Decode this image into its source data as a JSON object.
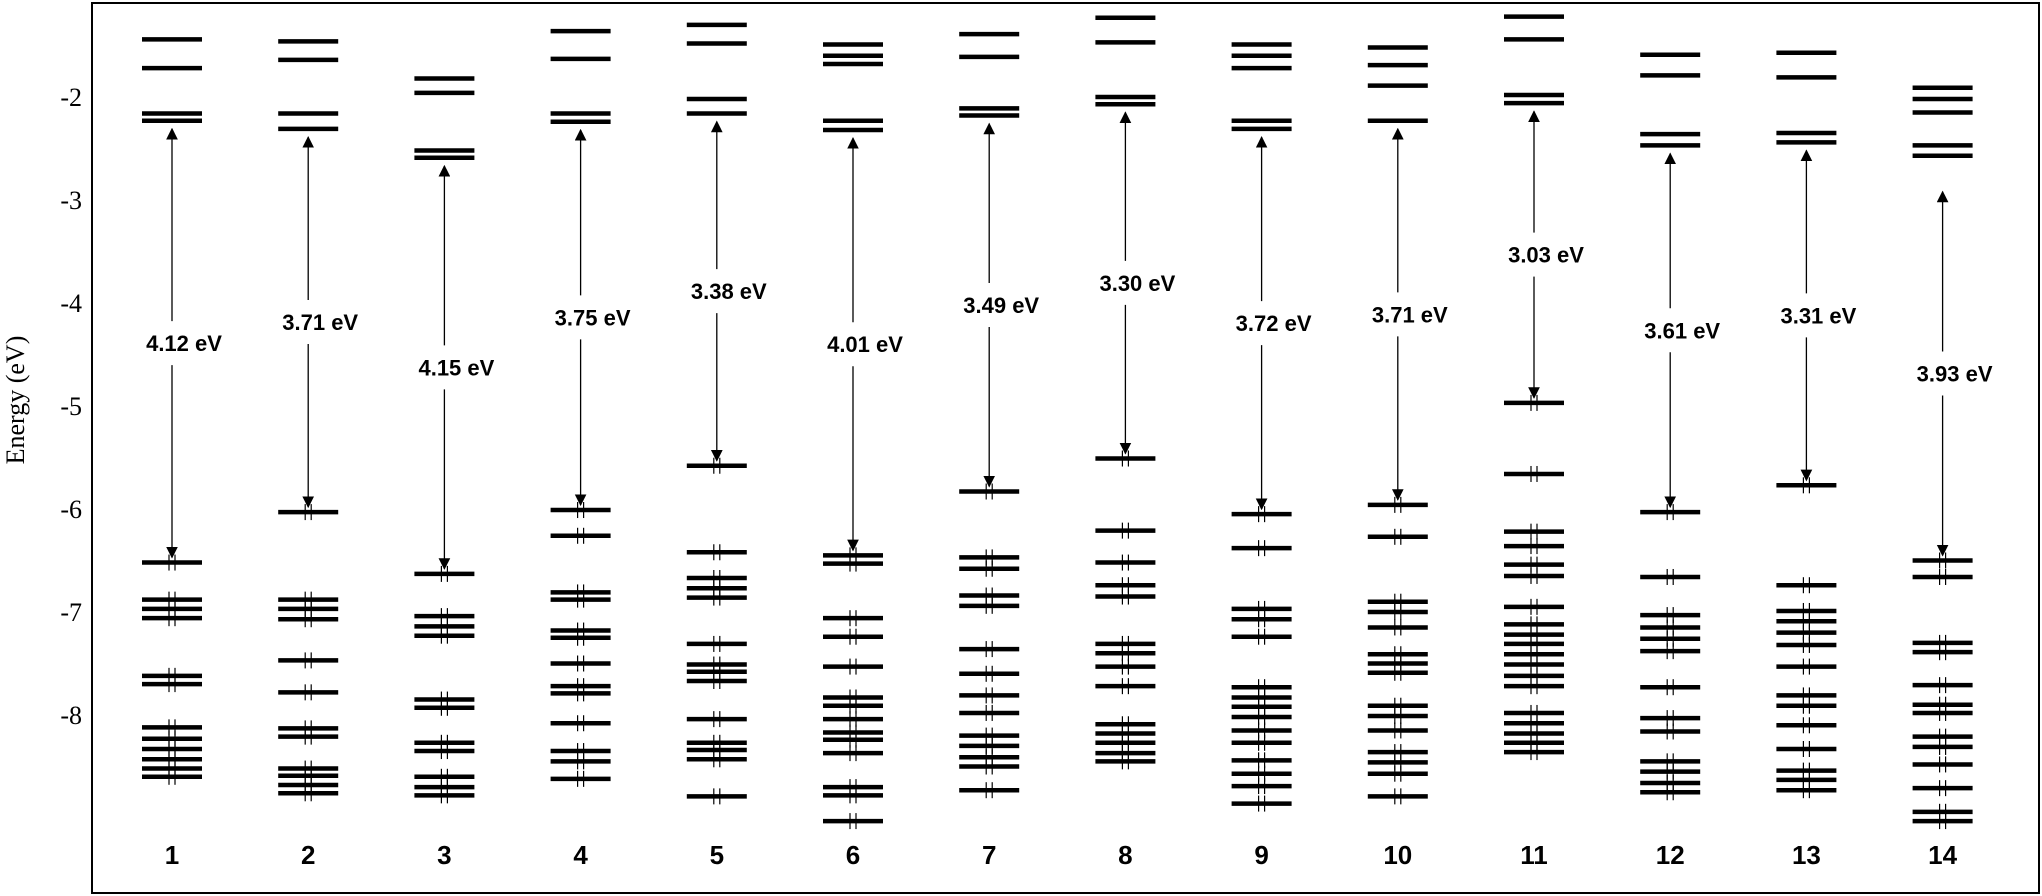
{
  "chart_data": {
    "type": "energy-level-diagram",
    "ylabel": "Energy (eV)",
    "yticks": [
      -2,
      -3,
      -4,
      -5,
      -6,
      -7,
      -8
    ],
    "ylim": [
      -9.8,
      -1.1
    ],
    "grid": false,
    "columns": [
      {
        "label": "1",
        "gap_label": "4.12 eV",
        "unoccupied": [
          -1.44,
          -1.72,
          -2.16,
          -2.23
        ],
        "occupied": [
          -6.52,
          -6.88,
          -6.97,
          -7.06,
          -7.62,
          -7.7,
          -8.12,
          -8.23,
          -8.33,
          -8.43,
          -8.52,
          -8.6
        ],
        "arrow": [
          -6.47,
          -2.31
        ]
      },
      {
        "label": "2",
        "gap_label": "3.71 eV",
        "unoccupied": [
          -1.46,
          -1.64,
          -2.16,
          -2.31
        ],
        "occupied": [
          -6.03,
          -6.88,
          -6.97,
          -7.07,
          -7.47,
          -7.78,
          -8.13,
          -8.21,
          -8.52,
          -8.59,
          -8.68,
          -8.76
        ],
        "arrow": [
          -5.98,
          -2.39
        ]
      },
      {
        "label": "3",
        "gap_label": "4.15 eV",
        "unoccupied": [
          -1.82,
          -1.96,
          -2.52,
          -2.59
        ],
        "occupied": [
          -6.63,
          -7.04,
          -7.14,
          -7.23,
          -7.85,
          -7.93,
          -8.27,
          -8.35,
          -8.6,
          -8.7,
          -8.78
        ],
        "arrow": [
          -6.58,
          -2.67
        ]
      },
      {
        "label": "4",
        "gap_label": "3.75 eV",
        "unoccupied": [
          -1.36,
          -1.63,
          -2.16,
          -2.24
        ],
        "occupied": [
          -6.01,
          -6.26,
          -6.81,
          -6.88,
          -7.18,
          -7.25,
          -7.5,
          -7.72,
          -7.79,
          -8.08,
          -8.35,
          -8.45,
          -8.62
        ],
        "arrow": [
          -5.96,
          -2.32
        ]
      },
      {
        "label": "5",
        "gap_label": "3.38 eV",
        "unoccupied": [
          -1.3,
          -1.48,
          -2.02,
          -2.16
        ],
        "occupied": [
          -5.58,
          -6.42,
          -6.67,
          -6.77,
          -6.86,
          -7.31,
          -7.51,
          -7.58,
          -7.67,
          -8.04,
          -8.27,
          -8.34,
          -8.43,
          -8.79
        ],
        "arrow": [
          -5.53,
          -2.24
        ]
      },
      {
        "label": "6",
        "gap_label": "4.01 eV",
        "unoccupied": [
          -1.49,
          -1.6,
          -1.68,
          -2.23,
          -2.32
        ],
        "occupied": [
          -6.45,
          -6.53,
          -7.06,
          -7.24,
          -7.53,
          -7.83,
          -7.91,
          -8.04,
          -8.17,
          -8.24,
          -8.37,
          -8.7,
          -8.78,
          -9.03
        ],
        "arrow": [
          -6.4,
          -2.4
        ]
      },
      {
        "label": "7",
        "gap_label": "3.49 eV",
        "unoccupied": [
          -1.39,
          -1.61,
          -2.11,
          -2.18
        ],
        "occupied": [
          -5.83,
          -6.47,
          -6.58,
          -6.84,
          -6.94,
          -7.36,
          -7.6,
          -7.81,
          -7.98,
          -8.2,
          -8.3,
          -8.41,
          -8.5,
          -8.73
        ],
        "arrow": [
          -5.78,
          -2.26
        ]
      },
      {
        "label": "8",
        "gap_label": "3.30 eV",
        "unoccupied": [
          -1.23,
          -1.47,
          -2.0,
          -2.07
        ],
        "occupied": [
          -5.51,
          -6.21,
          -6.52,
          -6.74,
          -6.85,
          -7.31,
          -7.4,
          -7.53,
          -7.72,
          -8.09,
          -8.18,
          -8.27,
          -8.37,
          -8.45
        ],
        "arrow": [
          -5.46,
          -2.15
        ]
      },
      {
        "label": "9",
        "gap_label": "3.72 eV",
        "unoccupied": [
          -1.49,
          -1.6,
          -1.72,
          -2.23,
          -2.31
        ],
        "occupied": [
          -6.05,
          -6.38,
          -6.97,
          -7.07,
          -7.24,
          -7.73,
          -7.83,
          -7.92,
          -8.02,
          -8.15,
          -8.27,
          -8.44,
          -8.57,
          -8.69,
          -8.86
        ],
        "arrow": [
          -6.0,
          -2.39
        ]
      },
      {
        "label": "10",
        "gap_label": "3.71 eV",
        "unoccupied": [
          -1.52,
          -1.69,
          -1.89,
          -2.23
        ],
        "occupied": [
          -5.96,
          -6.27,
          -6.9,
          -7.0,
          -7.15,
          -7.41,
          -7.5,
          -7.59,
          -7.91,
          -8.01,
          -8.15,
          -8.36,
          -8.46,
          -8.57,
          -8.79
        ],
        "arrow": [
          -5.91,
          -2.31
        ]
      },
      {
        "label": "11",
        "gap_label": "3.03 eV",
        "unoccupied": [
          -1.22,
          -1.44,
          -1.98,
          -2.06
        ],
        "occupied": [
          -4.97,
          -5.66,
          -6.22,
          -6.36,
          -6.54,
          -6.65,
          -6.95,
          -7.12,
          -7.22,
          -7.31,
          -7.41,
          -7.51,
          -7.62,
          -7.72,
          -7.98,
          -8.08,
          -8.18,
          -8.27,
          -8.36
        ],
        "arrow": [
          -4.92,
          -2.14
        ]
      },
      {
        "label": "12",
        "gap_label": "3.61 eV",
        "unoccupied": [
          -1.59,
          -1.79,
          -2.36,
          -2.47
        ],
        "occupied": [
          -6.03,
          -6.66,
          -7.03,
          -7.15,
          -7.26,
          -7.38,
          -7.73,
          -8.03,
          -8.16,
          -8.45,
          -8.55,
          -8.66,
          -8.75
        ],
        "arrow": [
          -5.98,
          -2.55
        ]
      },
      {
        "label": "13",
        "gap_label": "3.31 eV",
        "unoccupied": [
          -1.57,
          -1.81,
          -2.35,
          -2.44
        ],
        "occupied": [
          -5.77,
          -6.74,
          -6.99,
          -7.09,
          -7.2,
          -7.32,
          -7.53,
          -7.81,
          -7.91,
          -8.1,
          -8.33,
          -8.54,
          -8.63,
          -8.73
        ],
        "arrow": [
          -5.72,
          -2.52
        ]
      },
      {
        "label": "14",
        "gap_label": "3.93 eV",
        "unoccupied": [
          -1.91,
          -2.02,
          -2.15,
          -2.47,
          -2.57
        ],
        "occupied": [
          -6.5,
          -6.66,
          -7.3,
          -7.39,
          -7.71,
          -7.9,
          -7.98,
          -8.21,
          -8.31,
          -8.48,
          -8.71,
          -8.94,
          -9.03
        ],
        "arrow": [
          -6.45,
          -2.92
        ]
      }
    ]
  }
}
